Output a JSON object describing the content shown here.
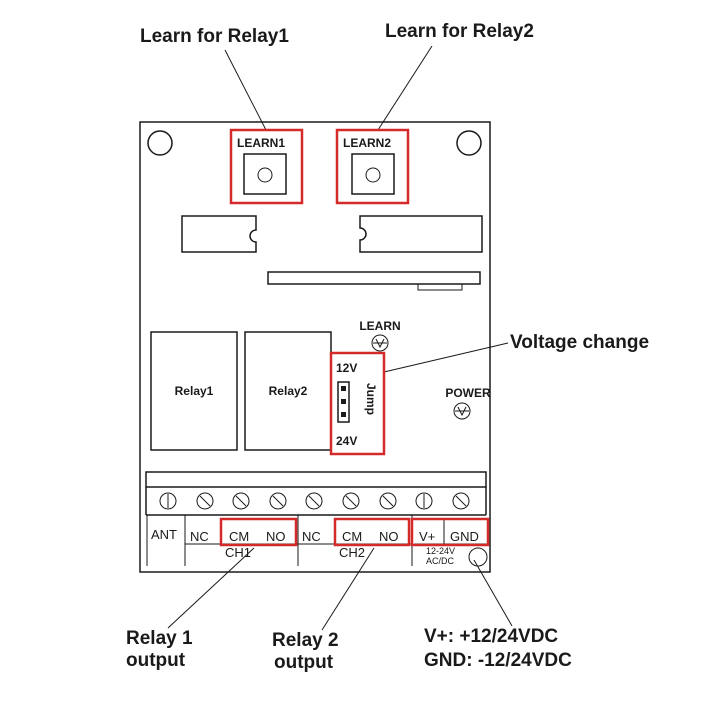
{
  "callouts": {
    "learn_relay1": "Learn for Relay1",
    "learn_relay2": "Learn for Relay2",
    "voltage_change": "Voltage change",
    "relay1_output": [
      "Relay 1",
      "output"
    ],
    "relay2_output": [
      "Relay 2",
      "output"
    ],
    "power_spec": [
      "V+:  +12/24VDC",
      "GND: -12/24VDC"
    ]
  },
  "board": {
    "learn1_label": "LEARN1",
    "learn2_label": "LEARN2",
    "learn_led_label": "LEARN",
    "power_led_label": "POWER",
    "relay1_label": "Relay1",
    "relay2_label": "Relay2",
    "jumper": {
      "top": "12V",
      "bottom": "24V",
      "side": "Jump"
    },
    "terminals": [
      "ANT",
      "NC",
      "CM",
      "NO",
      "NC",
      "CM",
      "NO",
      "V+",
      "GND"
    ],
    "channel1": "CH1",
    "channel2": "CH2",
    "supply_note": [
      "12-24V",
      "AC/DC"
    ]
  },
  "colors": {
    "highlight": "#d42a2a",
    "ink": "#1a1a1a"
  }
}
